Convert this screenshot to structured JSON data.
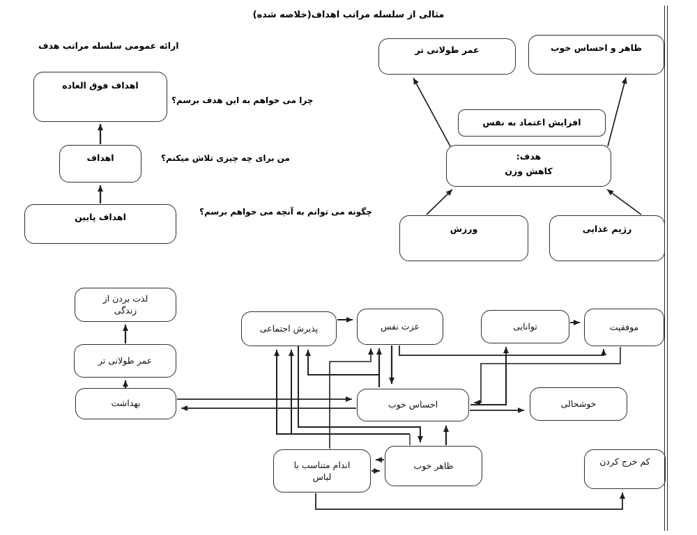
{
  "title": "مثالی از سلسله مراتب اهداف(خلاصه شده)",
  "colors": {
    "background": "#ffffff",
    "line": "#1f1f1f",
    "box_border": "#2f2f2f",
    "text": "#000000"
  },
  "hierarchy_panel": {
    "heading": "ارائه عمومی سلسله مراتب هدف",
    "nodes": {
      "super_goals": "اهداف فوق العاده",
      "goals": "اهداف",
      "lower_goals": "اهداف پایین"
    },
    "questions": {
      "why": "چرا می خواهم به این هدف برسم؟",
      "what": "من برای چه چیزی تلاش میکنم؟",
      "how": "چگونه می توانم به آنچه می خواهم برسم؟"
    }
  },
  "example_top": {
    "nodes": {
      "longer_life": "عمر طولانی تر",
      "look_and_feel_good": "ظاهر و احساس خوب",
      "confidence": "افزایش اعتماد به نفس",
      "goal": "هدف:\nکاهش وزن",
      "exercise": "ورزش",
      "diet": "رژیم غذایی"
    }
  },
  "example_web": {
    "nodes": {
      "enjoy_life": "لذت بردن از\nزندگی",
      "longer_life": "عمر طولانی تر",
      "health": "بهداشت",
      "social_acceptance": "پذیرش اجتماعی",
      "self_esteem": "عزت نفس",
      "ability": "توانایی",
      "success": "موفقیت",
      "feel_good": "احساس خوب",
      "happiness": "خوشحالی",
      "fit_body": "اندام متناسب با\nلباس",
      "good_appearance": "ظاهر خوب",
      "low_spending": "کم خرج کردن"
    }
  },
  "edges": [
    {
      "from": "lower_goals",
      "to": "goals"
    },
    {
      "from": "goals",
      "to": "super_goals"
    },
    {
      "from": "goal",
      "to": "longer_life"
    },
    {
      "from": "goal",
      "to": "look_and_feel_good"
    },
    {
      "from": "exercise",
      "to": "goal"
    },
    {
      "from": "diet",
      "to": "goal"
    },
    {
      "from": "health",
      "to": "longer_life"
    },
    {
      "from": "longer_life",
      "to": "enjoy_life"
    },
    {
      "from": "social_acceptance",
      "to": "self_esteem"
    },
    {
      "from": "ability",
      "to": "success"
    },
    {
      "from": "feel_good",
      "to": "happiness"
    },
    {
      "from": "health",
      "to": "feel_good"
    },
    {
      "from": "feel_good",
      "to": "health"
    },
    {
      "from": "self_esteem",
      "to": "feel_good"
    },
    {
      "from": "good_appearance",
      "to": "feel_good"
    },
    {
      "from": "good_appearance",
      "to": "fit_body"
    },
    {
      "from": "fit_body",
      "to": "good_appearance"
    },
    {
      "from": "self_esteem",
      "to": "success"
    },
    {
      "from": "success",
      "to": "feel_good"
    },
    {
      "from": "feel_good",
      "to": "ability"
    },
    {
      "from": "feel_good",
      "to": "self_esteem"
    },
    {
      "from": "fit_body",
      "to": "self_esteem"
    },
    {
      "from": "feel_good",
      "to": "social_acceptance"
    },
    {
      "from": "good_appearance",
      "to": "social_acceptance"
    },
    {
      "from": "fit_body",
      "to": "social_acceptance"
    },
    {
      "from": "social_acceptance",
      "to": "good_appearance"
    },
    {
      "from": "fit_body",
      "to": "low_spending"
    }
  ]
}
